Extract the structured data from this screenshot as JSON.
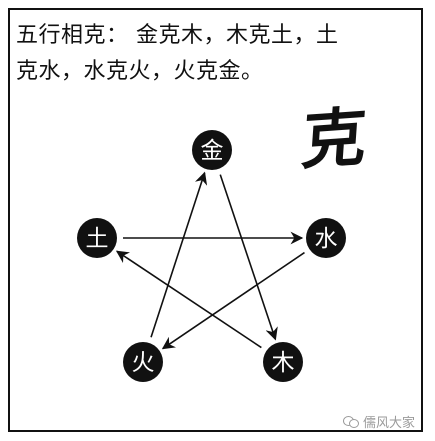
{
  "caption": {
    "line1": "五行相克： 金克木，木克土，土",
    "line2": "克水，水克火，火克金。"
  },
  "title_char": "克",
  "nodes": [
    {
      "id": "metal",
      "label": "金"
    },
    {
      "id": "water",
      "label": "水"
    },
    {
      "id": "wood",
      "label": "木"
    },
    {
      "id": "fire",
      "label": "火"
    },
    {
      "id": "earth",
      "label": "土"
    }
  ],
  "relations": [
    {
      "from": "metal",
      "to": "wood"
    },
    {
      "from": "wood",
      "to": "earth"
    },
    {
      "from": "earth",
      "to": "water"
    },
    {
      "from": "water",
      "to": "fire"
    },
    {
      "from": "fire",
      "to": "metal"
    }
  ],
  "watermark": {
    "text": "儒风大家",
    "icon": "wechat-icon"
  },
  "colors": {
    "node_fill": "#111111",
    "node_text": "#ffffff",
    "line": "#111111"
  }
}
